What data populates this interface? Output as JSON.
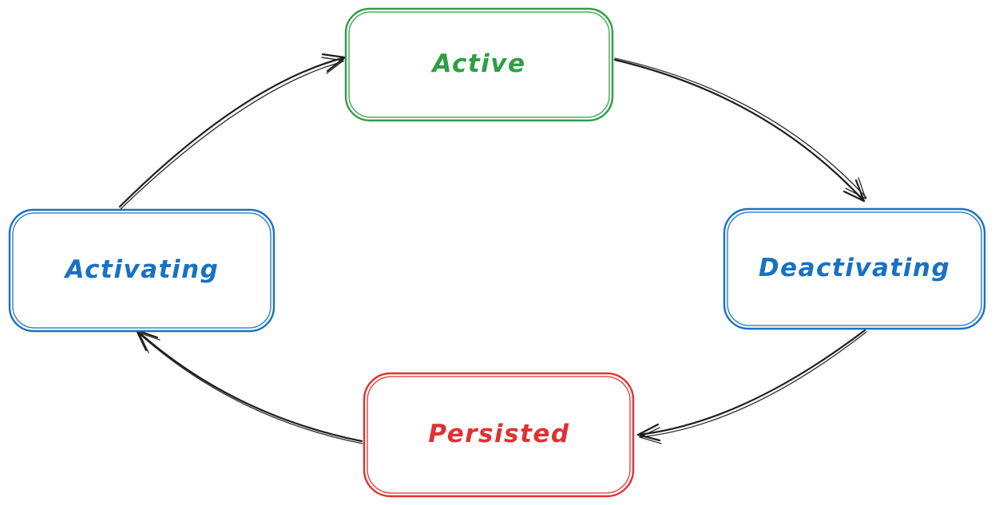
{
  "diagram": {
    "title": "state-lifecycle-diagram",
    "background_color": "#ffffff",
    "arrow_color": "#1e1e1e",
    "nodes": [
      {
        "id": "active",
        "label": "Active",
        "color": "#2f9e44",
        "position": "top"
      },
      {
        "id": "deactivating",
        "label": "Deactivating",
        "color": "#1971c2",
        "position": "right"
      },
      {
        "id": "persisted",
        "label": "Persisted",
        "color": "#e03131",
        "position": "bottom"
      },
      {
        "id": "activating",
        "label": "Activating",
        "color": "#1971c2",
        "position": "left"
      }
    ],
    "edges": [
      {
        "from": "activating",
        "to": "active"
      },
      {
        "from": "active",
        "to": "deactivating"
      },
      {
        "from": "deactivating",
        "to": "persisted"
      },
      {
        "from": "persisted",
        "to": "activating"
      }
    ]
  }
}
